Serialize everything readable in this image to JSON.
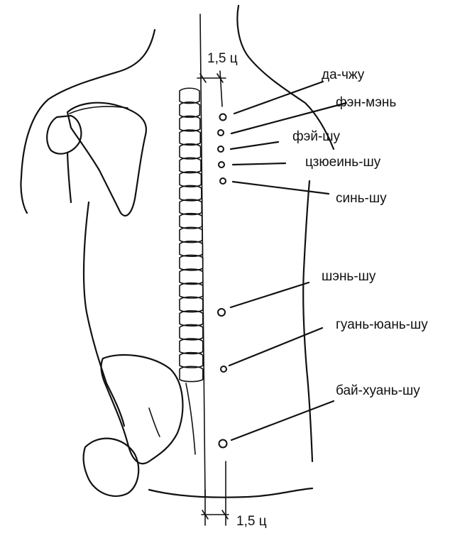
{
  "measurements": {
    "top": "1,5 ц",
    "bottom": "1,5 ц"
  },
  "points": [
    {
      "id": "da-zhu",
      "label": "да-чжу"
    },
    {
      "id": "fen-men",
      "label": "фэн-мэнь"
    },
    {
      "id": "fei-shu",
      "label": "фэй-шу"
    },
    {
      "id": "jueyin-shu",
      "label": "цзюеинь-шу"
    },
    {
      "id": "xin-shu",
      "label": "синь-шу"
    },
    {
      "id": "shen-shu",
      "label": "шэнь-шу"
    },
    {
      "id": "guan-yuan-shu",
      "label": "гуань-юань-шу"
    },
    {
      "id": "bai-huan-shu",
      "label": "бай-хуань-шу"
    }
  ],
  "colors": {
    "ink": "#111111",
    "background": "#ffffff"
  }
}
